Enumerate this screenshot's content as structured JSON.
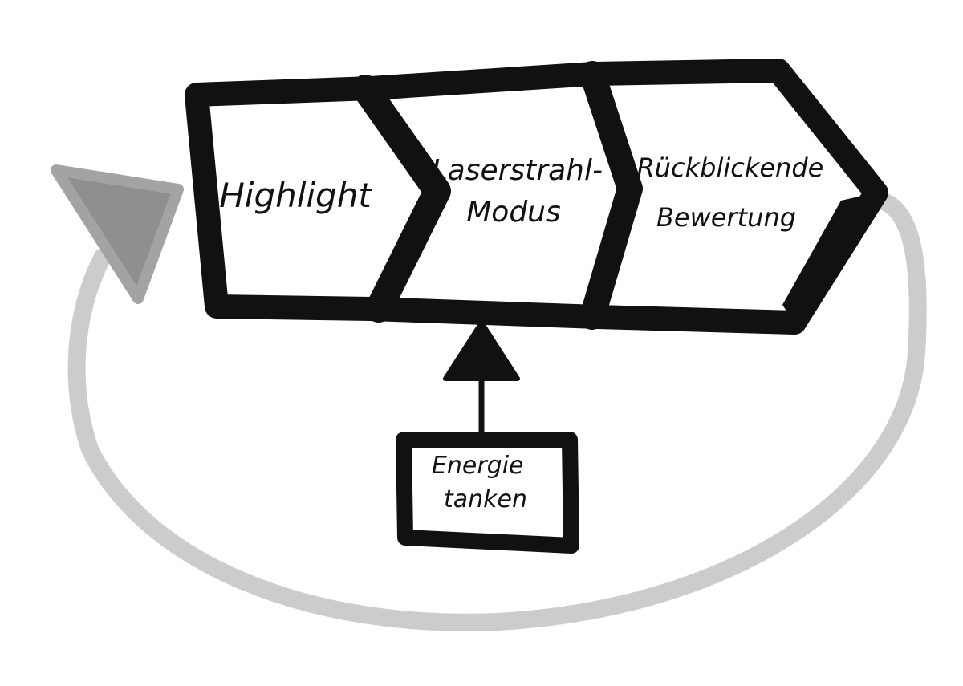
{
  "stages": [
    {
      "lines": [
        "Highlight"
      ]
    },
    {
      "lines": [
        "Laserstrahl-",
        "Modus"
      ]
    },
    {
      "lines": [
        "Rückblickende",
        "Bewertung"
      ]
    }
  ],
  "input_box": {
    "lines": [
      "Energie",
      "tanken"
    ]
  },
  "colors": {
    "ink": "#111111",
    "background": "#ffffff",
    "loop_arrow": "#cccccc",
    "loop_arrowhead": "#8f8f8f"
  }
}
